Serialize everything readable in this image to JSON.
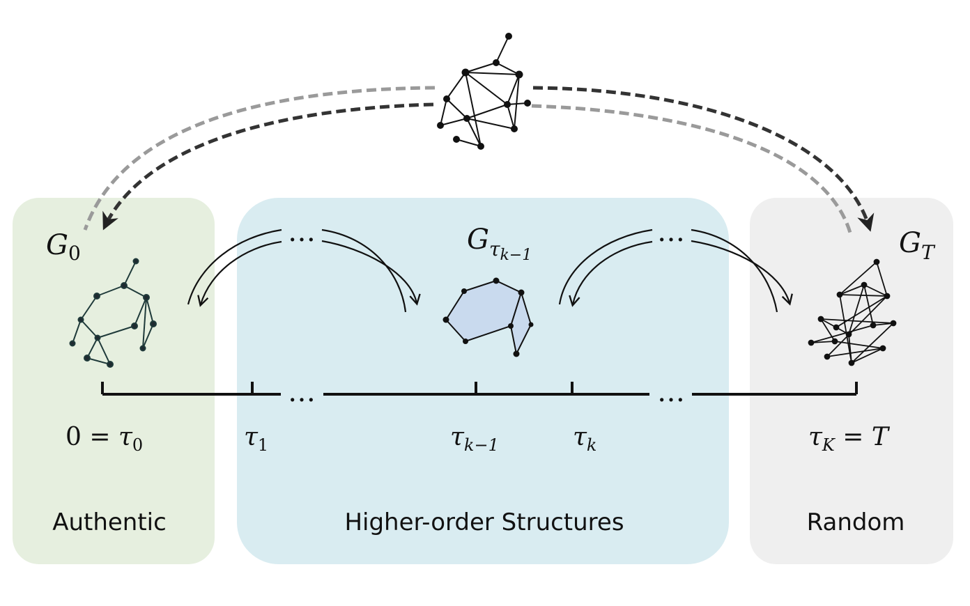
{
  "regions": {
    "authentic": {
      "label": "Authentic",
      "color": "#e6efdf"
    },
    "higher_order": {
      "label": "Higher-order Structures",
      "color": "#d9ecf1"
    },
    "random": {
      "label": "Random",
      "color": "#efefef"
    }
  },
  "graph_labels": {
    "g0": {
      "base": "G",
      "sub": "0"
    },
    "gtau": {
      "base": "G",
      "sub": "τ",
      "subsub": "k−1"
    },
    "gt": {
      "base": "G",
      "sub": "T"
    }
  },
  "timeline": {
    "labels": {
      "t0": {
        "prefix": "0 = ",
        "var": "τ",
        "sub": "0",
        "suffix": ""
      },
      "t1": {
        "prefix": "",
        "var": "τ",
        "sub": "1",
        "suffix": ""
      },
      "tkm1": {
        "prefix": "",
        "var": "τ",
        "sub": "k−1",
        "suffix": ""
      },
      "tk": {
        "prefix": "",
        "var": "τ",
        "sub": "k",
        "suffix": ""
      },
      "tK": {
        "prefix": "",
        "var": "τ",
        "sub": "K",
        "suffix": " = T"
      }
    },
    "ellipsis": "…"
  },
  "ellipsis": "…",
  "colors": {
    "highlight_fill": "#c9daee",
    "arrow_dark": "#333333",
    "arrow_light": "#9a9a9a"
  }
}
